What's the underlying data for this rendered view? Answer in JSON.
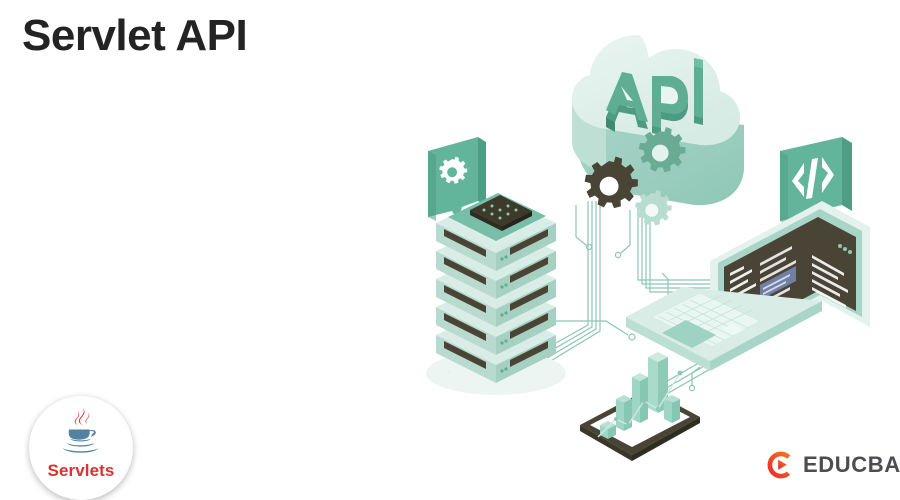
{
  "banner": {
    "background_color": "#ffffff",
    "title": "Servlet API"
  },
  "servlets_logo": {
    "name": "java-servlets-logo",
    "label": "Servlets",
    "label_color": "#d6342f",
    "cup_steam_color": "#d6342f",
    "cup_body_color": "#5382a1"
  },
  "educba_logo": {
    "name": "educba-logo",
    "label": "EDUCBA",
    "label_color": "#4c4c52",
    "mark_color_start": "#e8242a",
    "mark_color_end": "#f47b20"
  },
  "illustration": {
    "name": "isometric-api-architecture-illustration",
    "palette": {
      "mint_light": "#e4f2ed",
      "mint": "#cfe8e0",
      "mint_mid": "#b3d9cb",
      "teal": "#7cc0a9",
      "teal_dark": "#5fae94",
      "teal_deep": "#4d9b82",
      "olive_dark": "#4a4436",
      "olive_darker": "#3d3a2c",
      "line": "#8cc5b4",
      "white": "#ffffff"
    },
    "cloud": {
      "name": "api-cloud",
      "text": "API",
      "text_color": "#5fae94"
    },
    "gears": [
      {
        "name": "gear-dark",
        "color": "#4a4436",
        "size": "large"
      },
      {
        "name": "gear-teal",
        "color": "#6aab94",
        "size": "medium"
      },
      {
        "name": "gear-mint",
        "color": "#b8dcd0",
        "size": "small"
      }
    ],
    "speech_bubbles": [
      {
        "name": "settings-bubble",
        "icon": "gear-icon",
        "color": "#6ab79f"
      },
      {
        "name": "code-bubble",
        "icon": "code-brackets-icon",
        "glyph": "</>",
        "color": "#6ab79f"
      }
    ],
    "server_rack": {
      "name": "server-rack",
      "unit_count": 5,
      "top_chip": "circuit-chip"
    },
    "laptop": {
      "name": "laptop-with-code-editor",
      "screen_color": "#4a4436",
      "code_line_color": "#ffffff",
      "selection_color": "#7e8fc4"
    },
    "tablet": {
      "name": "tablet-with-bar-chart",
      "bezel_color": "#4a4436",
      "bar_color": "#9fd5c4"
    },
    "circuit_traces": {
      "name": "circuit-traces",
      "color": "#8cc5b4"
    }
  }
}
